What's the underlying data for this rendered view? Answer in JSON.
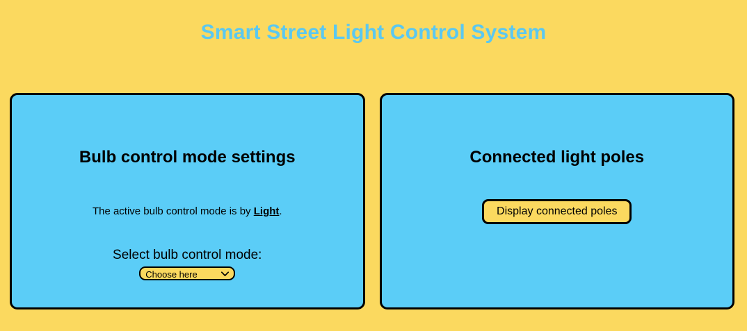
{
  "header": {
    "title": "Smart Street Light Control System",
    "title_color": "#5BC8F0"
  },
  "theme": {
    "page_background": "#FBD95F",
    "panel_background": "#5BCDF7",
    "border_color": "#000000",
    "control_background": "#FBD95F"
  },
  "panels": {
    "left": {
      "title": "Bulb control mode settings",
      "status_prefix": "The active bulb control mode is by ",
      "status_mode": "Light",
      "status_suffix": ".",
      "select_label": "Select bulb control mode:",
      "select_value": "Choose here",
      "select_options": [
        "Choose here"
      ],
      "chevron_icon": "chevron-down-icon"
    },
    "right": {
      "title": "Connected light poles",
      "button_label": "Display connected poles"
    }
  }
}
